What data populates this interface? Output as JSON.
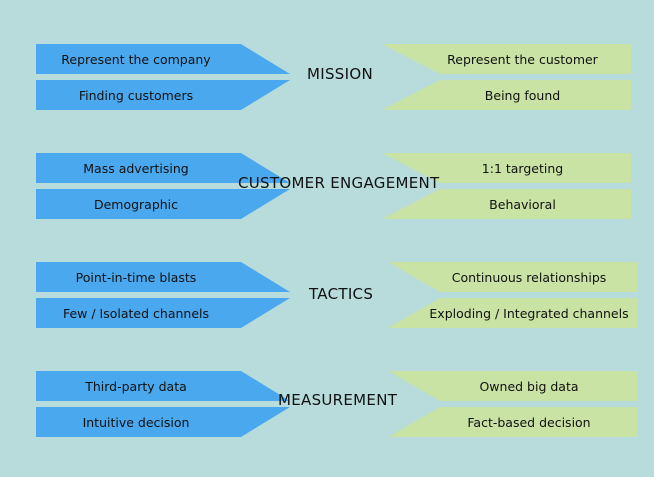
{
  "colors": {
    "background": "#b8dcdc",
    "left_arrow": "#4aa8ee",
    "right_arrow": "#c9e3a4",
    "text": "#111111"
  },
  "groups": [
    {
      "title": "MISSION",
      "left": [
        "Represent the company",
        "Finding customers"
      ],
      "right": [
        "Represent the customer",
        "Being found"
      ]
    },
    {
      "title": "CUSTOMER ENGAGEMENT",
      "left": [
        "Mass advertising",
        "Demographic"
      ],
      "right": [
        "1:1 targeting",
        "Behavioral"
      ]
    },
    {
      "title": "TACTICS",
      "left": [
        "Point-in-time blasts",
        "Few / Isolated channels"
      ],
      "right": [
        "Continuous relationships",
        "Exploding / Integrated channels"
      ]
    },
    {
      "title": "MEASUREMENT",
      "left": [
        "Third-party data",
        "Intuitive decision"
      ],
      "right": [
        "Owned big data",
        "Fact-based decision"
      ]
    }
  ]
}
